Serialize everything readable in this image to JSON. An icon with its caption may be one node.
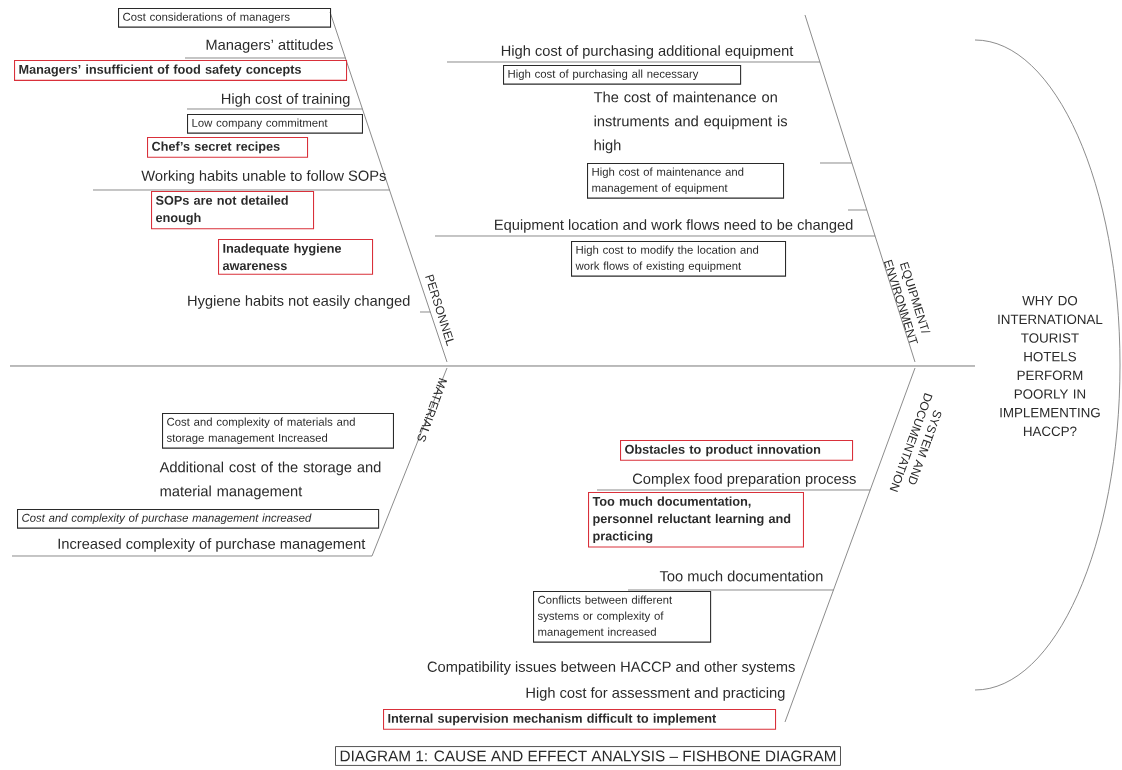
{
  "diagram": {
    "caption": "DIAGRAM 1: CAUSE AND EFFECT ANALYSIS – FISHBONE DIAGRAM",
    "nodes": [
      {
        "text": [
          "Cost considerations of managers"
        ]
      },
      {
        "text": [
          "Managers’ insufficient of food safety concepts"
        ]
      },
      {
        "text": [
          "Low company commitment"
        ]
      },
      {
        "text": [
          "Chef’s secret recipes"
        ]
      },
      {
        "text": [
          "SOPs are not detailed enough"
        ]
      },
      {
        "text": [
          "Inadequate hygiene awareness"
        ]
      },
      {
        "text": [
          "High cost of purchasing all necessary"
        ]
      },
      {
        "text": [
          "High cost of maintenance and management of equipment"
        ]
      },
      {
        "text": [
          "High cost to modify the location and work flows of existing equipment"
        ]
      },
      {
        "text": [
          "WHY DO INTERNATIONAL TOURIST HOTELS PERFORM POORLY IN IMPLEMENTING HACCP?"
        ]
      },
      {
        "text": [
          "Cost and complexity of materials and storage management Increased"
        ]
      },
      {
        "text": [
          "Cost and complexity of purchase management increased"
        ]
      },
      {
        "text": [
          "Obstacles to product innovation"
        ]
      },
      {
        "text": [
          "Too much documentation, personnel reluctant learning and practicing"
        ]
      },
      {
        "text": [
          "Conflicts between different systems or complexity of management increased"
        ]
      },
      {
        "text": [
          "Internal supervision mechanism difficult to implement"
        ]
      }
    ],
    "edges": [
      {
        "from": null,
        "to": 9,
        "arrow": "none"
      }
    ],
    "labels": [
      "Managers’ attitudes",
      "High cost of training",
      "Working habits unable to follow SOPs",
      "Hygiene habits not easily changed",
      "PERSONNEL",
      "High cost of purchasing additional equipment",
      "The cost of maintenance on instruments and equipment is high",
      "Equipment location and work flows need to be changed",
      "EQUIPMENT/ ENVIRONMENT",
      "MATERIALS",
      "Additional cost of the storage and material management",
      "Increased complexity of purchase management",
      "SYSTEM AND DOCUMENTATION",
      "Complex food preparation process",
      "Too much documentation",
      "Compatibility issues between HACCP and other systems",
      "High cost for assessment and practicing"
    ]
  }
}
